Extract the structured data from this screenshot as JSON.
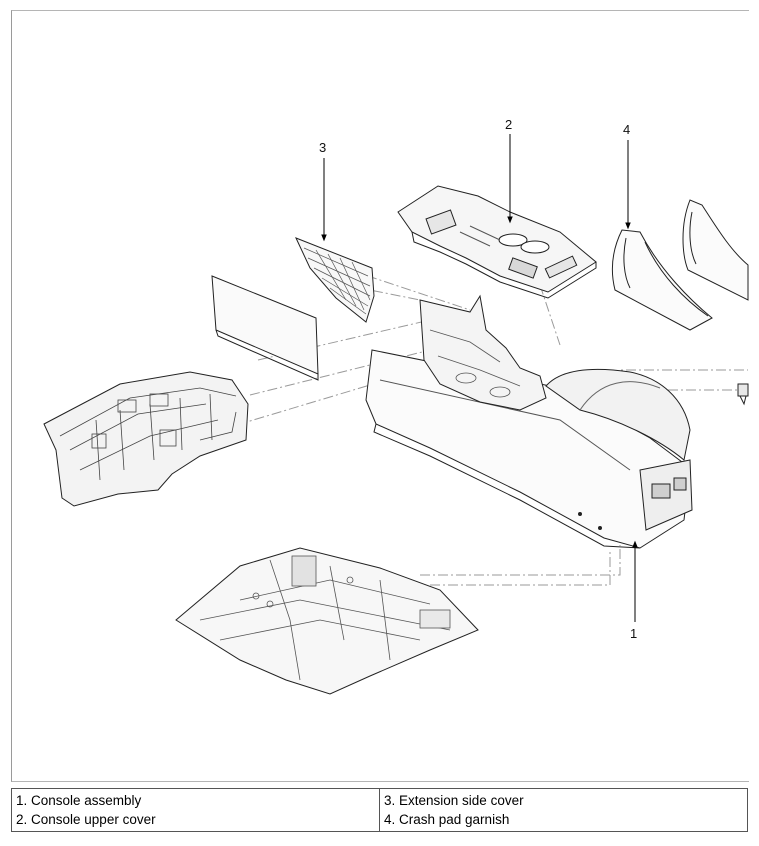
{
  "callouts": {
    "c1": "1",
    "c2": "2",
    "c3": "3",
    "c4": "4"
  },
  "legend": {
    "left": [
      "1. Console assembly",
      "2. Console upper cover"
    ],
    "right": [
      "3. Extension side cover",
      "4. Crash pad garnish"
    ]
  }
}
